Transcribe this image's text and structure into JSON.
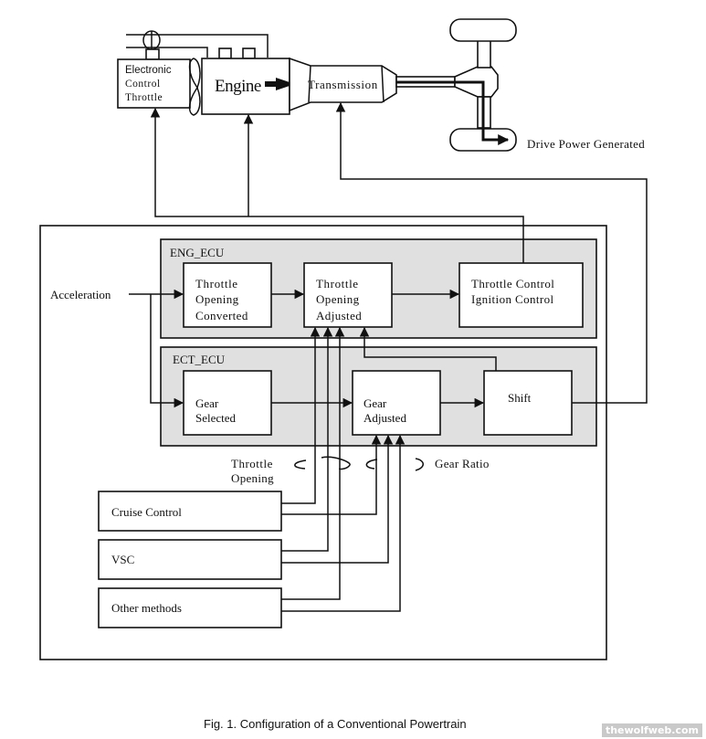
{
  "figure": {
    "caption": "Fig. 1.  Configuration of a Conventional Powertrain",
    "watermark": "thewolfweb.com"
  },
  "vehicle": {
    "throttle_label": [
      "Electronic",
      "Control",
      "Throttle"
    ],
    "engine_label": "Engine",
    "transmission_label": "Transmission",
    "output_label": "Drive Power Generated"
  },
  "controller": {
    "input_label": "Acceleration",
    "eng_ecu": {
      "title": "ENG_ECU",
      "blocks": [
        {
          "id": "throttle-opening-converted",
          "lines": [
            "Throttle",
            "Opening",
            "Converted"
          ]
        },
        {
          "id": "throttle-opening-adjusted",
          "lines": [
            "Throttle",
            "Opening",
            "Adjusted"
          ]
        },
        {
          "id": "throttle-ignition-control",
          "lines": [
            "Throttle Control",
            "Ignition Control"
          ]
        }
      ]
    },
    "ect_ecu": {
      "title": "ECT_ECU",
      "blocks": [
        {
          "id": "gear-selected",
          "lines": [
            "Gear",
            "Selected"
          ]
        },
        {
          "id": "gear-adjusted",
          "lines": [
            "Gear",
            "Adjusted"
          ]
        },
        {
          "id": "shift",
          "lines": [
            "Shift"
          ]
        }
      ]
    },
    "signal_labels": {
      "throttle_opening": [
        "Throttle",
        "Opening"
      ],
      "gear_ratio": "Gear Ratio"
    },
    "requesters": [
      {
        "id": "cruise-control",
        "label": "Cruise Control"
      },
      {
        "id": "vsc",
        "label": "VSC"
      },
      {
        "id": "other-methods",
        "label": "Other methods"
      }
    ]
  }
}
